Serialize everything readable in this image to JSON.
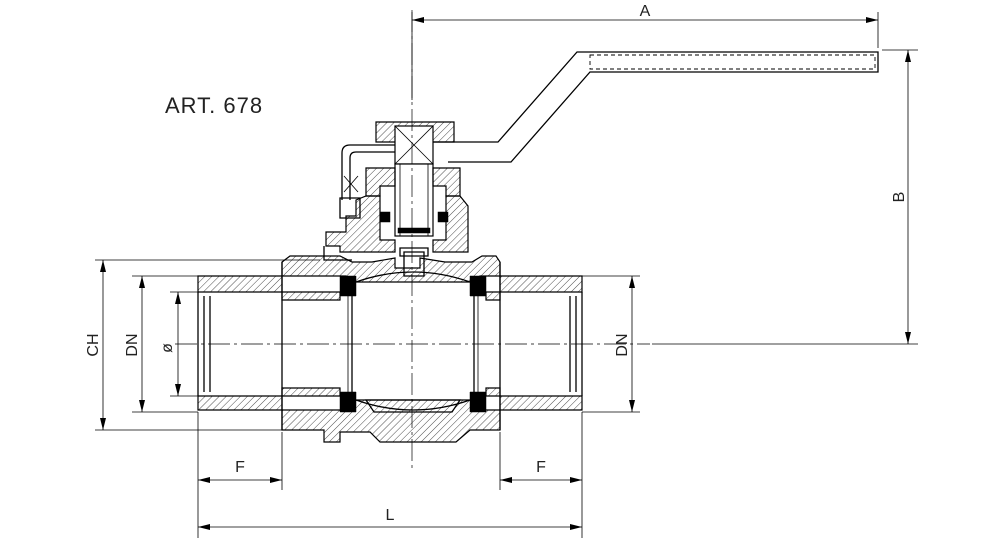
{
  "article": {
    "label": "ART. 678"
  },
  "dimensions": {
    "a": "A",
    "b": "B",
    "ch": "CH",
    "dn_left": "DN",
    "dn_right": "DN",
    "bore": "ø",
    "f_left": "F",
    "f_right": "F",
    "l": "L"
  }
}
